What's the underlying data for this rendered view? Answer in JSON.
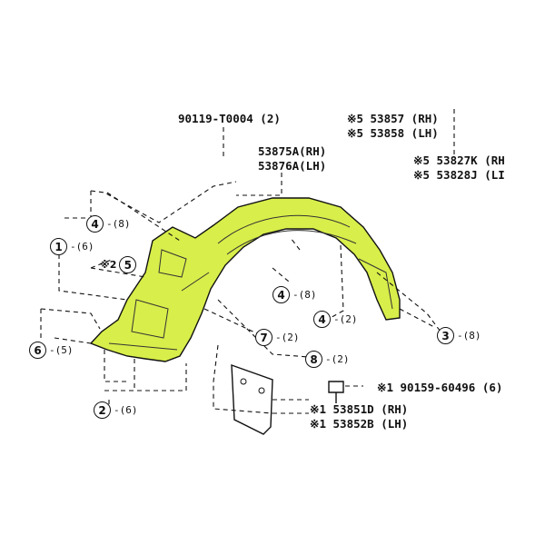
{
  "colors": {
    "part_fill": "#d8ee4a",
    "line": "#111111",
    "background": "#ffffff"
  },
  "labels": {
    "bolt_top": "90119-T0004 (2)",
    "liner_rh": "53875A(RH)",
    "liner_lh": "53876A(LH)",
    "ref_53857": "※5 53857 (RH)",
    "ref_53858": "※5 53858 (LH)",
    "ref_53827": "※5 53827K (RH",
    "ref_53828": "※5 53828J (LI",
    "screw": "※1 90159-60496 (6)",
    "mudguard_rh": "※1 53851D (RH)",
    "mudguard_lh": "※1 53852B (LH)"
  },
  "callouts": [
    {
      "num": "1",
      "qty": "-(6)"
    },
    {
      "num": "2",
      "qty": "-(6)"
    },
    {
      "num": "3",
      "qty": "-(8)"
    },
    {
      "num": "4",
      "qty": "-(8)"
    },
    {
      "num": "4",
      "qty": "-(8)"
    },
    {
      "num": "4",
      "qty": "-(2)"
    },
    {
      "num": "5",
      "qty": "",
      "prefix": "※2"
    },
    {
      "num": "6",
      "qty": "-(5)"
    },
    {
      "num": "7",
      "qty": "-(2)"
    },
    {
      "num": "8",
      "qty": "-(2)"
    }
  ]
}
